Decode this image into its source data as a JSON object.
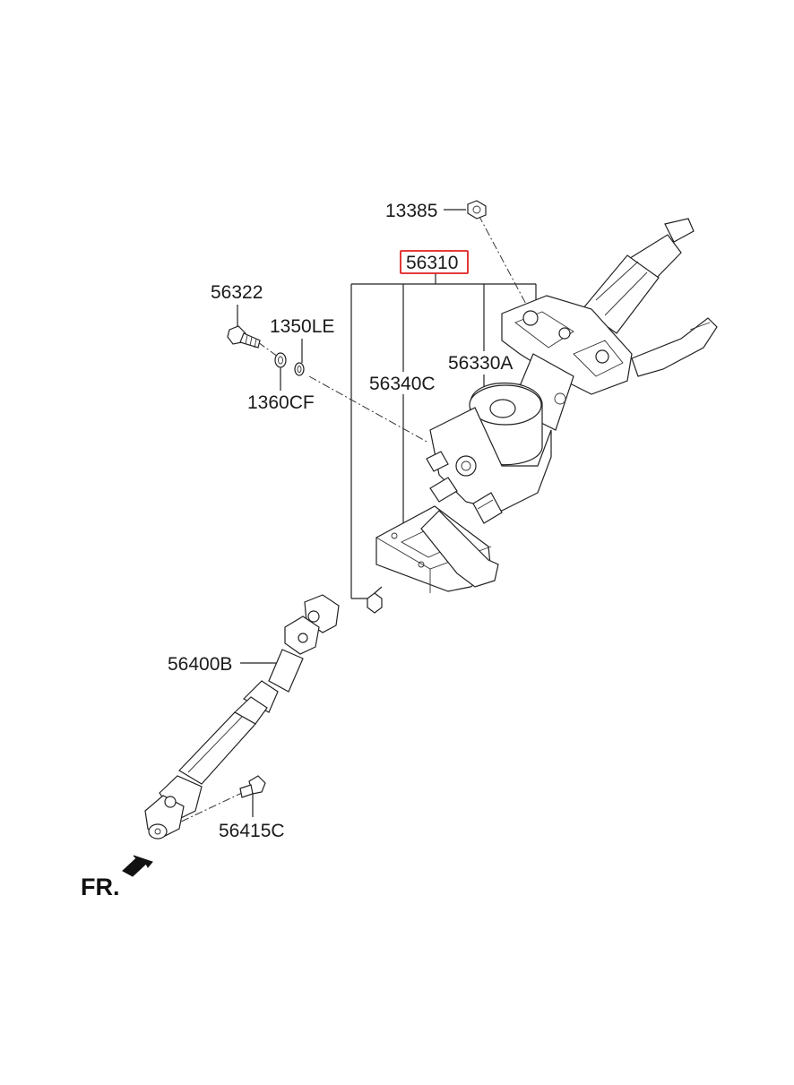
{
  "labels": {
    "p13385": "13385",
    "p56310": "56310",
    "p56322": "56322",
    "p1350LE": "1350LE",
    "p1360CF": "1360CF",
    "p56340C": "56340C",
    "p56330A": "56330A",
    "p56400B": "56400B",
    "p56415C": "56415C",
    "front": "FR."
  },
  "highlight_color": "#e02020"
}
